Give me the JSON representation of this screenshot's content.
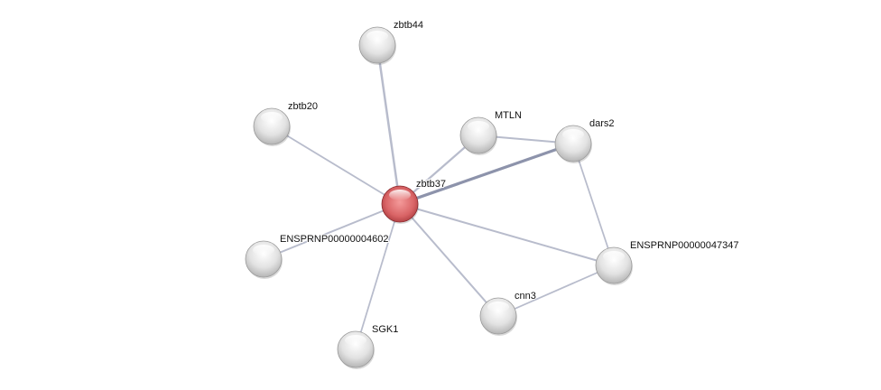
{
  "network": {
    "nodes": [
      {
        "id": "zbtb37",
        "label": "zbtb37",
        "query": true
      },
      {
        "id": "zbtb44",
        "label": "zbtb44",
        "query": false
      },
      {
        "id": "zbtb20",
        "label": "zbtb20",
        "query": false
      },
      {
        "id": "MTLN",
        "label": "MTLN",
        "query": false
      },
      {
        "id": "dars2",
        "label": "dars2",
        "query": false
      },
      {
        "id": "ENSPRNP00000004602",
        "label": "ENSPRNP00000004602",
        "query": false
      },
      {
        "id": "ENSPRNP00000047347",
        "label": "ENSPRNP00000047347",
        "query": false
      },
      {
        "id": "cnn3",
        "label": "cnn3",
        "query": false
      },
      {
        "id": "SGK1",
        "label": "SGK1",
        "query": false
      }
    ],
    "edges": [
      {
        "source": "zbtb37",
        "target": "zbtb44",
        "strength": 0.6
      },
      {
        "source": "zbtb37",
        "target": "zbtb20",
        "strength": 0.3
      },
      {
        "source": "zbtb37",
        "target": "MTLN",
        "strength": 0.5
      },
      {
        "source": "zbtb37",
        "target": "dars2",
        "strength": 0.9
      },
      {
        "source": "zbtb37",
        "target": "ENSPRNP00000004602",
        "strength": 0.4
      },
      {
        "source": "zbtb37",
        "target": "ENSPRNP00000047347",
        "strength": 0.4
      },
      {
        "source": "zbtb37",
        "target": "cnn3",
        "strength": 0.4
      },
      {
        "source": "zbtb37",
        "target": "SGK1",
        "strength": 0.3
      },
      {
        "source": "MTLN",
        "target": "dars2",
        "strength": 0.4
      },
      {
        "source": "dars2",
        "target": "ENSPRNP00000047347",
        "strength": 0.3
      },
      {
        "source": "ENSPRNP00000047347",
        "target": "cnn3",
        "strength": 0.3
      }
    ],
    "colors": {
      "query_node": "#d9595c",
      "node": "#e6e6e6",
      "edge": "#b8bccc",
      "edge_strong": "#8d93ab"
    }
  }
}
